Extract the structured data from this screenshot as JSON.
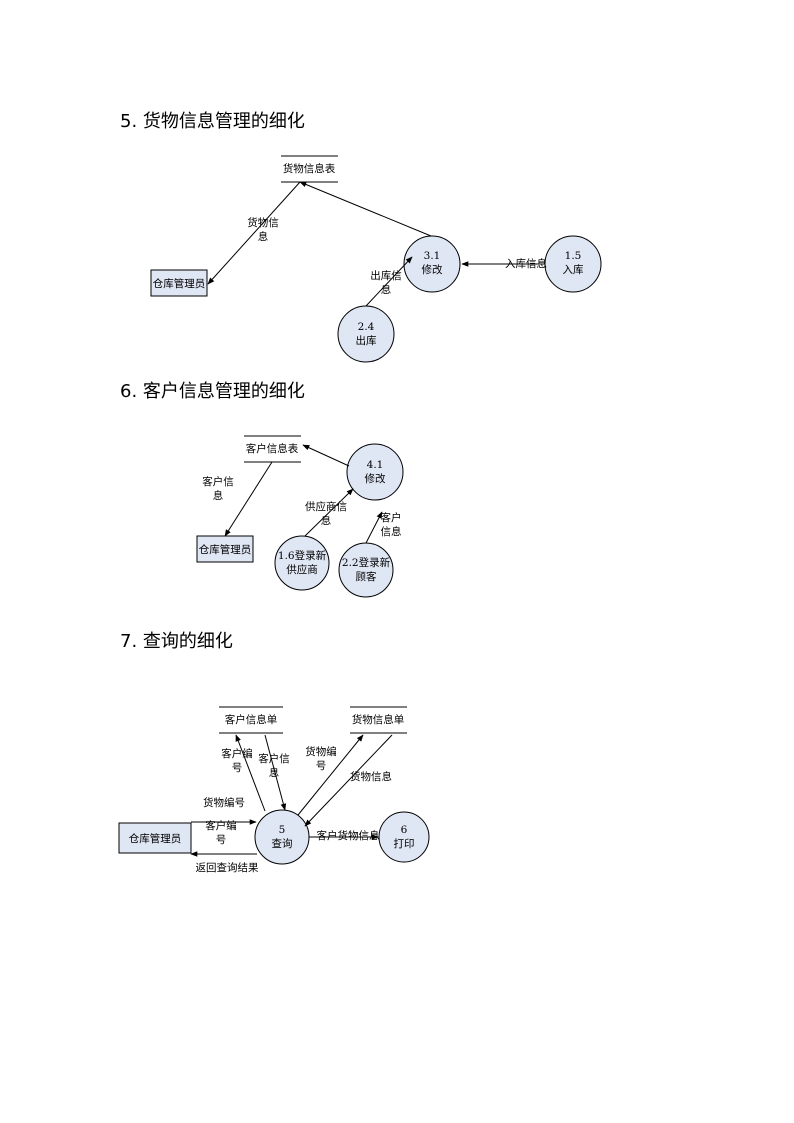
{
  "headings": {
    "s5": "5. 货物信息管理的细化",
    "s6": "6. 客户信息管理的细化",
    "s7": "7. 查询的细化"
  },
  "d1": {
    "store": "货物信息表",
    "entity": "仓库管理员",
    "p31": [
      "3.1",
      "修改"
    ],
    "p15": [
      "1.5",
      "入库"
    ],
    "p24": [
      "2.4",
      "出库"
    ],
    "f_goods": [
      "货物信",
      "息"
    ],
    "f_out": [
      "出库信",
      "息"
    ],
    "f_in": "入库信息"
  },
  "d2": {
    "store": "客户信息表",
    "entity": "仓库管理员",
    "p41": [
      "4.1",
      "修改"
    ],
    "p16": [
      "1.6登录新",
      "供应商"
    ],
    "p22": [
      "2.2登录新",
      "顾客"
    ],
    "f_cust": [
      "客户信",
      "息"
    ],
    "f_supp": [
      "供应商信",
      "息"
    ],
    "f_cust2": [
      "客户",
      "信息"
    ]
  },
  "d3": {
    "store_cust": "客户信息单",
    "store_goods": "货物信息单",
    "entity": "仓库管理员",
    "p5": [
      "5",
      "查询"
    ],
    "p6": [
      "6",
      "打印"
    ],
    "f_custno_a": [
      "客户编",
      "号"
    ],
    "f_custinfo": [
      "客户信",
      "息"
    ],
    "f_goodsno_a": [
      "货物编",
      "号"
    ],
    "f_goodsinfo": "货物信息",
    "f_goodsno_b": "货物编号",
    "f_custno_b": [
      "客户编",
      "号"
    ],
    "f_result": "返回查询结果",
    "f_print": "客户货物信息"
  }
}
